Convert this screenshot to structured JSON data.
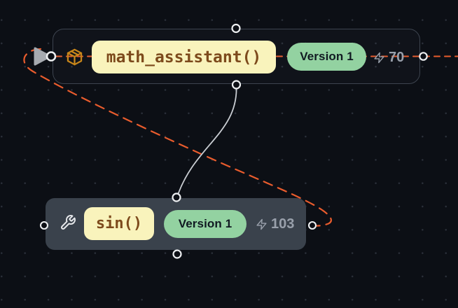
{
  "graph": {
    "agent_node": {
      "label": "math_assistant()",
      "version": "Version 1",
      "metric": "70",
      "icon": "package-icon"
    },
    "tool_node": {
      "label": "sin()",
      "version": "Version 1",
      "metric": "103",
      "icon": "wrench-icon"
    }
  },
  "icons": {
    "start": "start-arrow-icon",
    "metric": "zap-icon"
  },
  "colors": {
    "canvas_bg": "#0c0f15",
    "dot": "#2b303a",
    "edge_dashed": "#e95c2d",
    "edge_plain": "#c9cdd2",
    "node_border": "#3d444f",
    "tool_node_bg": "#3a424c",
    "name_pill_bg": "#f9f3bc",
    "name_pill_text": "#7d4a1c",
    "version_badge_bg": "#93d2a1",
    "version_badge_text": "#111a22",
    "metric_text": "#99a0ab",
    "package_icon": "#c8861a",
    "wrench_icon": "#e7e9ec",
    "port_ring": "#edeff1",
    "start_arrow": "#a6aab0"
  }
}
